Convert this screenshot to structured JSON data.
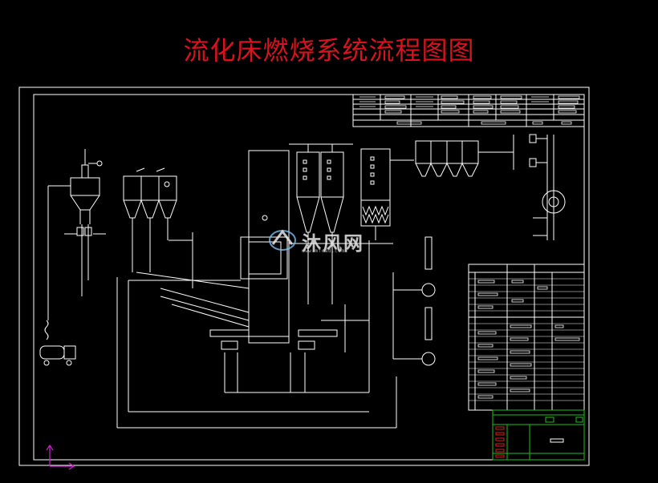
{
  "title": "流化床燃烧系统流程图图",
  "watermark": {
    "brand": "沐风网",
    "url": "www.mfcad.com"
  },
  "colors": {
    "background": "#000000",
    "title": "#d8121e",
    "lines": "#ffffff",
    "table_green": "#1fbf1f",
    "marks_red": "#d81e1e",
    "axis_magenta": "#d21ed2"
  }
}
